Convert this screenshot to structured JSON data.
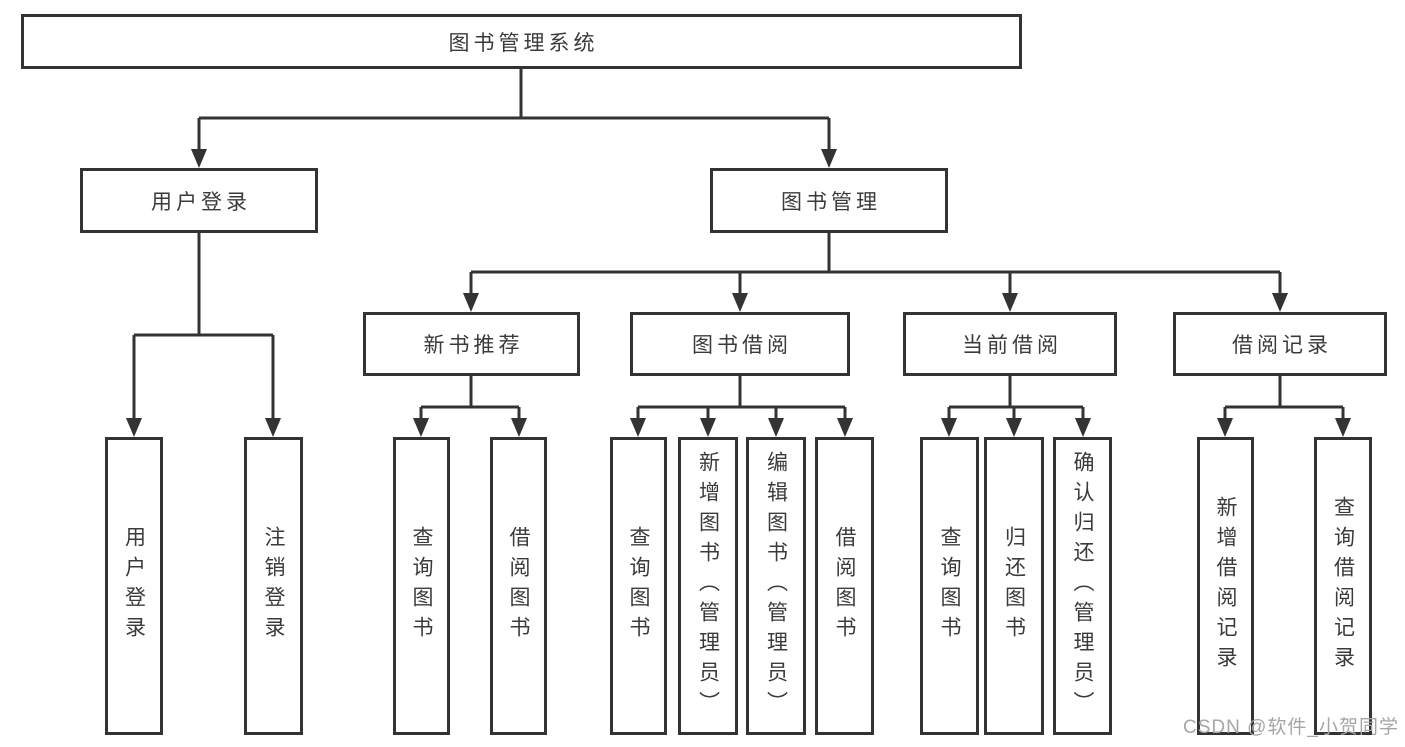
{
  "diagram": {
    "title": "图书管理系统",
    "type": "hierarchy-tree",
    "colors": {
      "line": "#333333",
      "box_border": "#333333",
      "text": "#3b3b3b",
      "watermark": "#a6a6a6",
      "background": "#ffffff"
    },
    "root": {
      "label": "图书管理系统",
      "children": [
        {
          "label": "用户登录",
          "children": [
            {
              "label": "用户登录"
            },
            {
              "label": "注销登录"
            }
          ]
        },
        {
          "label": "图书管理",
          "children": [
            {
              "label": "新书推荐",
              "children": [
                {
                  "label": "查询图书"
                },
                {
                  "label": "借阅图书"
                }
              ]
            },
            {
              "label": "图书借阅",
              "children": [
                {
                  "label": "查询图书"
                },
                {
                  "label": "新增图书（管理员）"
                },
                {
                  "label": "编辑图书（管理员）"
                },
                {
                  "label": "借阅图书"
                }
              ]
            },
            {
              "label": "当前借阅",
              "children": [
                {
                  "label": "查询图书"
                },
                {
                  "label": "归还图书"
                },
                {
                  "label": "确认归还（管理员）"
                }
              ]
            },
            {
              "label": "借阅记录",
              "children": [
                {
                  "label": "新增借阅记录"
                },
                {
                  "label": "查询借阅记录"
                }
              ]
            }
          ]
        }
      ]
    }
  },
  "watermark": {
    "text": "CSDN @软件_小贺同学"
  }
}
